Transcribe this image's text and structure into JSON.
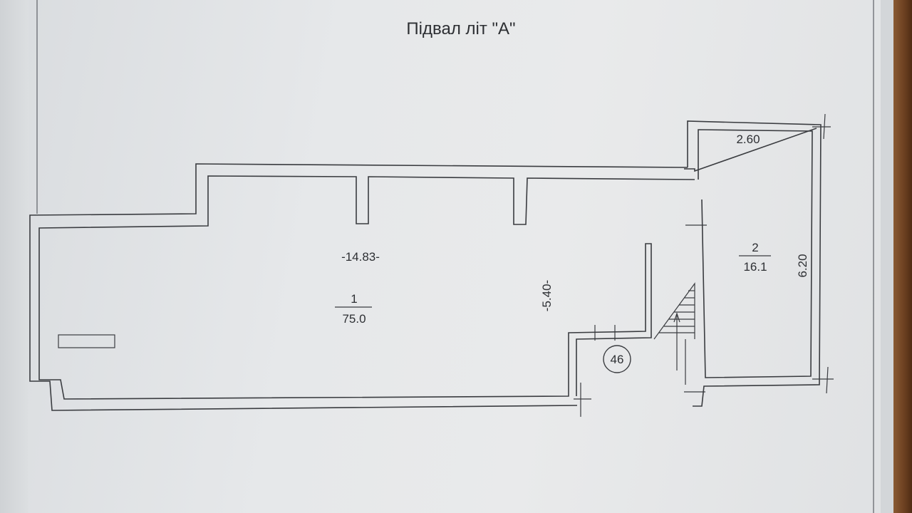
{
  "plan": {
    "title": "Підвал літ \"А\"",
    "rooms": [
      {
        "number": "1",
        "area": "75.0"
      },
      {
        "number": "2",
        "area": "16.1"
      }
    ],
    "dimensions": {
      "room1_length": "-14.83-",
      "room1_width": "-5.40-",
      "room2_width": "2.60",
      "room2_length": "6.20"
    },
    "marker": "46"
  }
}
